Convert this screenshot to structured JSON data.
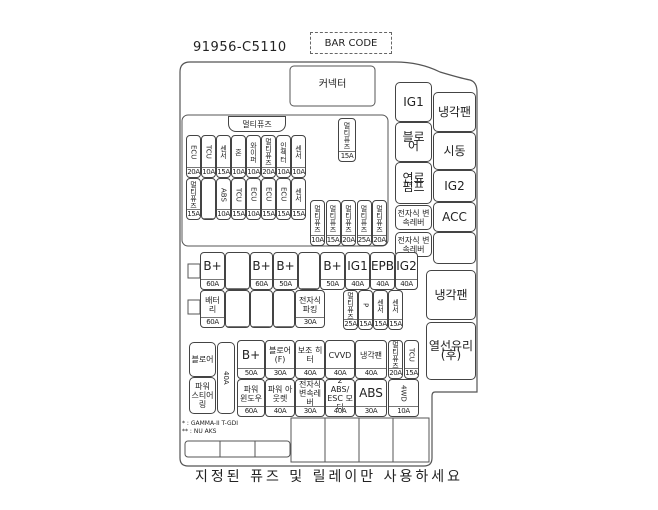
{
  "header": {
    "part_number": "91956-C5110",
    "barcode_label": "BAR CODE"
  },
  "connector": {
    "label": "커넥터"
  },
  "upper_block": {
    "small_label": "멀티퓨즈",
    "top_single": {
      "label": "멀티퓨즈",
      "amp": "15A"
    },
    "row1": [
      {
        "label": "ECU",
        "amp": "20A"
      },
      {
        "label": "TCU",
        "amp": "10A"
      },
      {
        "label": "센서",
        "amp": "15A"
      },
      {
        "label": "혼",
        "amp": "10A"
      },
      {
        "label": "와이퍼",
        "amp": "10A"
      },
      {
        "label": "멀티퓨즈",
        "amp": "20A"
      },
      {
        "label": "인젝터",
        "amp": "10A"
      },
      {
        "label": "센서",
        "amp": "10A"
      }
    ],
    "row2": [
      {
        "label": "멀티퓨즈",
        "amp": "15A"
      },
      {
        "label": "",
        "amp": ""
      },
      {
        "label": "ABS",
        "amp": "10A"
      },
      {
        "label": "TCU",
        "amp": "15A"
      },
      {
        "label": "ECU",
        "amp": "10A"
      },
      {
        "label": "ECU",
        "amp": "15A"
      },
      {
        "label": "ECU",
        "amp": "15A"
      },
      {
        "label": "센서",
        "amp": "15A"
      }
    ],
    "row3": [
      {
        "label": "멀티퓨즈",
        "amp": "10A"
      },
      {
        "label": "멀티퓨즈",
        "amp": "15A"
      },
      {
        "label": "멀티퓨즈",
        "amp": "20A"
      },
      {
        "label": "멀티퓨즈",
        "amp": "25A"
      },
      {
        "label": "멀티퓨즈",
        "amp": "20A"
      }
    ]
  },
  "relays_right": [
    {
      "label": "IG1"
    },
    {
      "label": "블로어"
    },
    {
      "label": "연료 펌프"
    },
    {
      "label": "전자식 변속레버"
    },
    {
      "label": "전자식 변속레버"
    },
    {
      "label": "냉각팬"
    },
    {
      "label": "시동"
    },
    {
      "label": "IG2"
    },
    {
      "label": "ACC"
    },
    {
      "label": ""
    },
    {
      "label": "냉각팬"
    },
    {
      "label": "열선유리 (후)"
    }
  ],
  "middle_row": [
    {
      "label": "B+",
      "amp": "60A"
    },
    {
      "label": "",
      "amp": ""
    },
    {
      "label": "B+",
      "amp": "60A"
    },
    {
      "label": "B+",
      "amp": "50A"
    },
    {
      "label": "",
      "amp": ""
    },
    {
      "label": "B+",
      "amp": "50A"
    },
    {
      "label": "IG1",
      "amp": "40A"
    },
    {
      "label": "EPB",
      "amp": "40A"
    },
    {
      "label": "IG2",
      "amp": "40A"
    }
  ],
  "second_row": [
    {
      "label": "배터리",
      "amp": "60A"
    },
    {
      "label": "",
      "amp": ""
    },
    {
      "label": "",
      "amp": ""
    },
    {
      "label": "",
      "amp": ""
    },
    {
      "label": "전자식 파킹",
      "amp": "30A"
    }
  ],
  "small_fuses": [
    {
      "label": "멀티퓨즈",
      "amp": "25A"
    },
    {
      "label": "P",
      "amp": "15A"
    },
    {
      "label": "센서",
      "amp": "15A"
    },
    {
      "label": "센서",
      "amp": "15A"
    }
  ],
  "left_relays": [
    {
      "label": "블로어"
    },
    {
      "label": "파워 스티어링"
    },
    {
      "label": "40A"
    }
  ],
  "lower_row1": [
    {
      "label": "B+",
      "amp": "50A"
    },
    {
      "label": "블로어 (F)",
      "amp": "30A"
    },
    {
      "label": "보조 히터",
      "amp": "40A"
    },
    {
      "label": "CVVD",
      "amp": "40A"
    },
    {
      "label": "냉각팬",
      "amp": "40A"
    },
    {
      "label": "멀티퓨즈",
      "amp": "20A"
    },
    {
      "label": "TCU",
      "amp": "15A"
    }
  ],
  "lower_row2": [
    {
      "label": "파워 윈도우",
      "amp": "60A"
    },
    {
      "label": "파워 아웃렛",
      "amp": "40A"
    },
    {
      "label": "전자식 변속레버",
      "amp": "30A"
    },
    {
      "label": "2 ABS/ ESC 모터",
      "amp": "40A"
    },
    {
      "label": "ABS",
      "amp": "30A"
    },
    {
      "label": "4WD",
      "amp": "10A"
    }
  ],
  "legend": [
    "* : GAMMA-II T-GDI",
    "** : NU AKS"
  ],
  "footer": {
    "text": "지정된 퓨즈 및 릴레이만 사용하세요"
  }
}
